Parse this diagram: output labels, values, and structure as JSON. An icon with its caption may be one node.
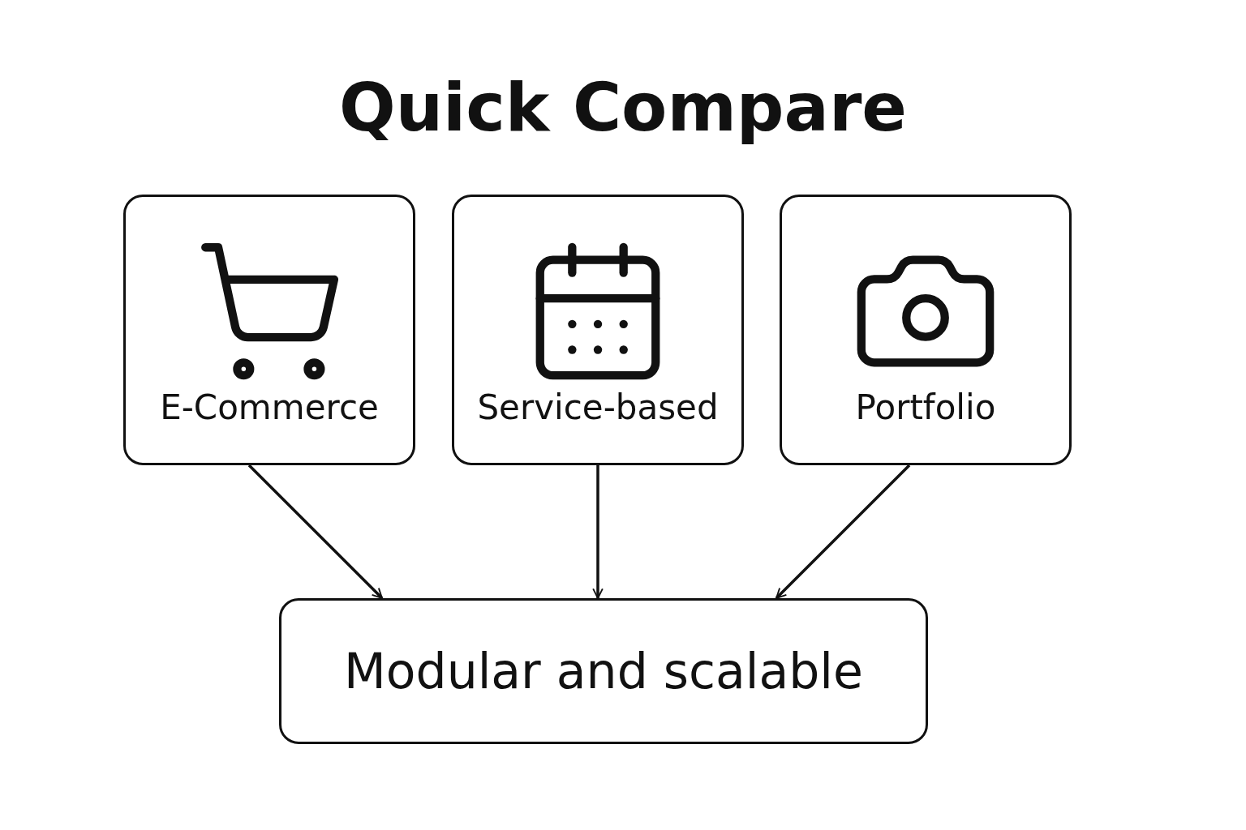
{
  "diagram": {
    "title": "Quick Compare",
    "nodes": [
      {
        "text": [
          "E-Commerce"
        ]
      },
      {
        "text": [
          "Service-based"
        ]
      },
      {
        "text": [
          "Portfolio"
        ]
      },
      {
        "text": [
          "Modular and scalable"
        ]
      }
    ],
    "edges": [
      {
        "from": 0,
        "to": 3,
        "arrow": "to"
      },
      {
        "from": 1,
        "to": 3,
        "arrow": "to"
      },
      {
        "from": 2,
        "to": 3,
        "arrow": "to"
      }
    ]
  }
}
